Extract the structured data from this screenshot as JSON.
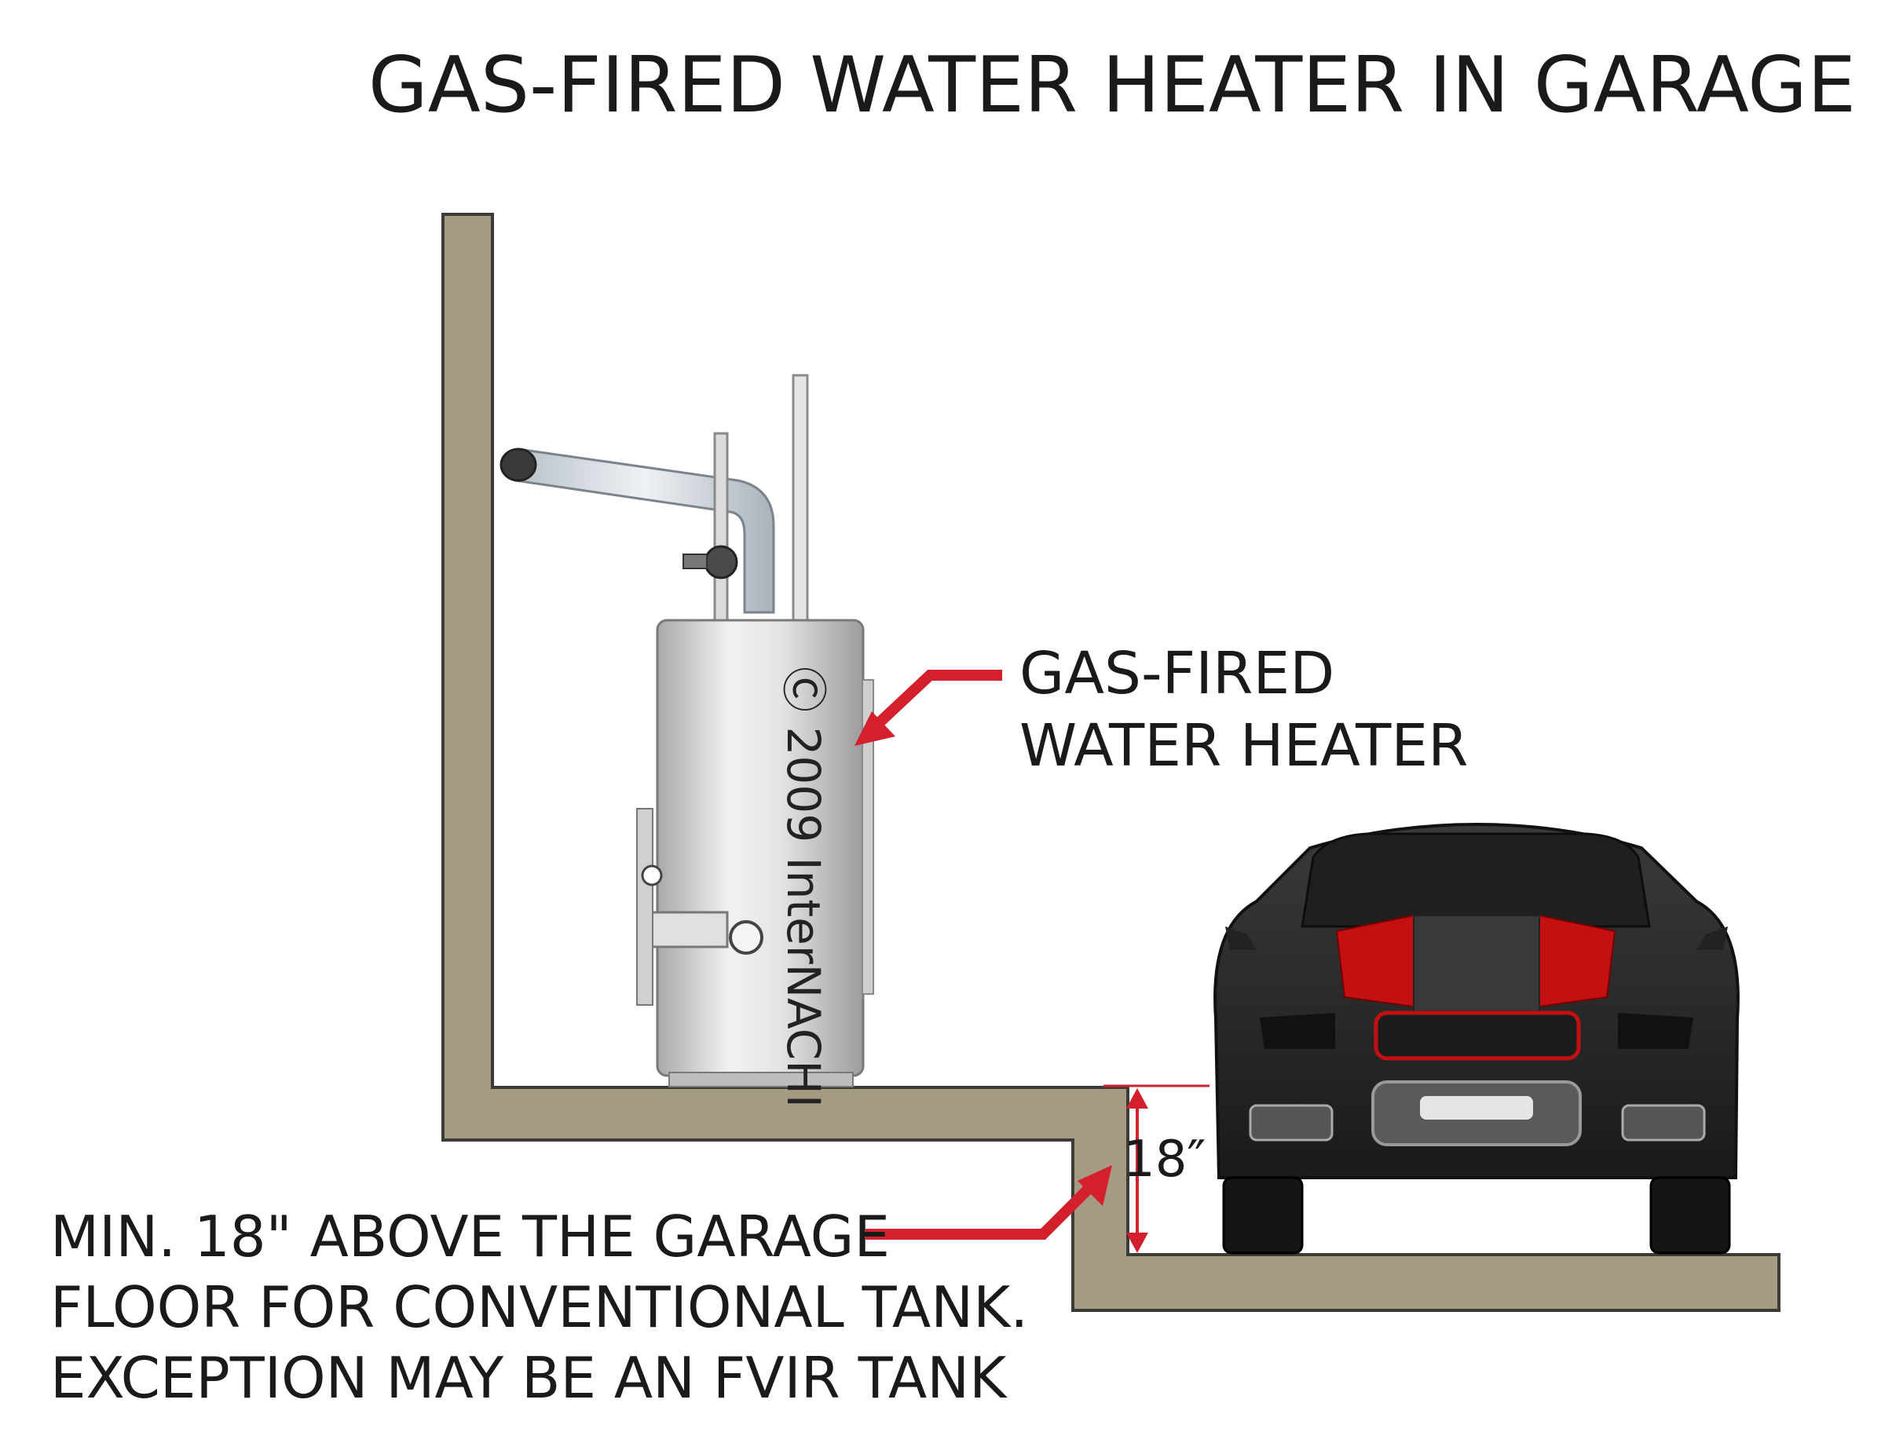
{
  "title": "GAS-FIRED WATER HEATER IN GARAGE",
  "callouts": {
    "heater": [
      "GAS-FIRED",
      "WATER HEATER"
    ],
    "requirement": [
      "MIN. 18\" ABOVE THE GARAGE",
      "FLOOR FOR CONVENTIONAL TANK.",
      "EXCEPTION MAY BE AN FVIR TANK"
    ]
  },
  "dimension": "18″",
  "watermark": "Ⓒ 2009 InterNACHI",
  "colors": {
    "concrete": "#a69a83",
    "concrete_edge": "#3c3a35",
    "leader": "#d4202c",
    "tank": "#d9d9d9",
    "car_body": "#262626",
    "car_accent": "#c41010"
  }
}
